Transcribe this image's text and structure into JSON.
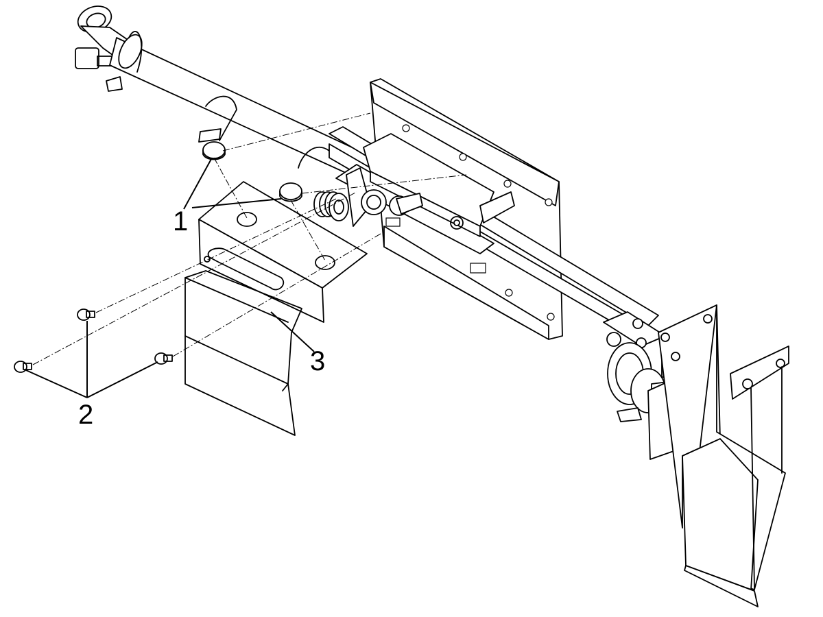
{
  "callouts": {
    "c1": "1",
    "c2": "2",
    "c3": "3"
  },
  "colors": {
    "part_fill": "#8c8c8c",
    "line": "#000000",
    "background": "#ffffff"
  }
}
